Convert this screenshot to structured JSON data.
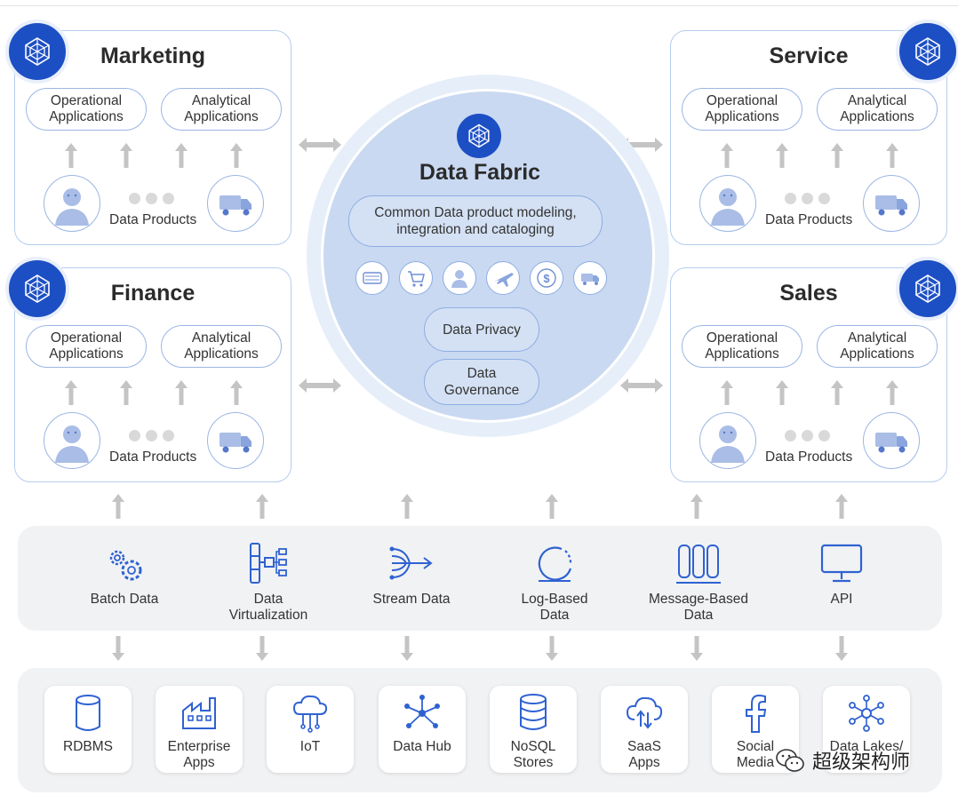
{
  "colors": {
    "brand_blue": "#1d4fc4",
    "card_border": "#b6cdef",
    "fabric_fill": "#c9d9f1",
    "arrow_gray": "#c4c4c4",
    "band_gray": "#f1f2f4"
  },
  "domains": [
    {
      "title": "Marketing",
      "operational": "Operational\nApplications",
      "analytical": "Analytical\nApplications",
      "products": "Data Products"
    },
    {
      "title": "Service",
      "operational": "Operational\nApplications",
      "analytical": "Analytical\nApplications",
      "products": "Data Products"
    },
    {
      "title": "Finance",
      "operational": "Operational\nApplications",
      "analytical": "Analytical\nApplications",
      "products": "Data Products"
    },
    {
      "title": "Sales",
      "operational": "Operational\nApplications",
      "analytical": "Analytical\nApplications",
      "products": "Data Products"
    }
  ],
  "fabric": {
    "title": "Data Fabric",
    "modeling": "Common Data product modeling,\nintegration and cataloging",
    "privacy": "Data Privacy",
    "governance": "Data\nGovernance",
    "icons": [
      "keyboard-icon",
      "shopping-cart-icon",
      "person-icon",
      "airplane-icon",
      "dollar-icon",
      "truck-icon"
    ]
  },
  "ingestion": [
    {
      "label": "Batch Data",
      "icon": "gears-icon"
    },
    {
      "label": "Data\nVirtualization",
      "icon": "virtualization-icon"
    },
    {
      "label": "Stream Data",
      "icon": "stream-icon"
    },
    {
      "label": "Log-Based\nData",
      "icon": "log-icon"
    },
    {
      "label": "Message-Based\nData",
      "icon": "message-icon"
    },
    {
      "label": "API",
      "icon": "monitor-icon"
    }
  ],
  "sources": [
    {
      "label": "RDBMS",
      "icon": "database-icon"
    },
    {
      "label": "Enterprise\nApps",
      "icon": "factory-icon"
    },
    {
      "label": "IoT",
      "icon": "iot-cloud-icon"
    },
    {
      "label": "Data Hub",
      "icon": "hub-icon"
    },
    {
      "label": "NoSQL\nStores",
      "icon": "stack-icon"
    },
    {
      "label": "SaaS\nApps",
      "icon": "cloud-sync-icon"
    },
    {
      "label": "Social\nMedia",
      "icon": "facebook-icon"
    },
    {
      "label": "Data Lakes/",
      "icon": "network-icon"
    }
  ],
  "watermark": {
    "text": "超级架构师",
    "icon": "wechat-icon"
  }
}
